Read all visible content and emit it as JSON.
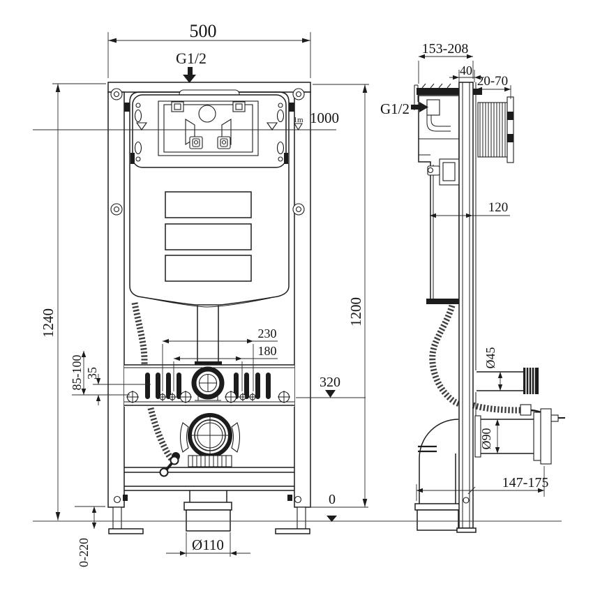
{
  "front_view": {
    "dim_width": "500",
    "inlet_thread": "G1/2",
    "dim_total_height": "1240",
    "dim_frame_height": "1200",
    "level_line": "1000",
    "meter_mark": "1m",
    "dim_fixing_outer": "230",
    "dim_fixing_inner": "180",
    "dim_bracket_range": "85-100",
    "dim_bracket_offset": "35",
    "level_fixing": "320",
    "level_zero": "0",
    "dim_foot_range": "0-220",
    "dim_drain_outlet": "Ø110"
  },
  "side_view": {
    "dim_depth_range": "153-208",
    "dim_rail_depth": "40",
    "dim_plate_range": "20-70",
    "inlet_thread": "G1/2",
    "dim_cistern_depth": "120",
    "dim_flush_pipe": "Ø45",
    "dim_drain_pipe": "Ø90",
    "dim_outlet_height": "147-175"
  }
}
